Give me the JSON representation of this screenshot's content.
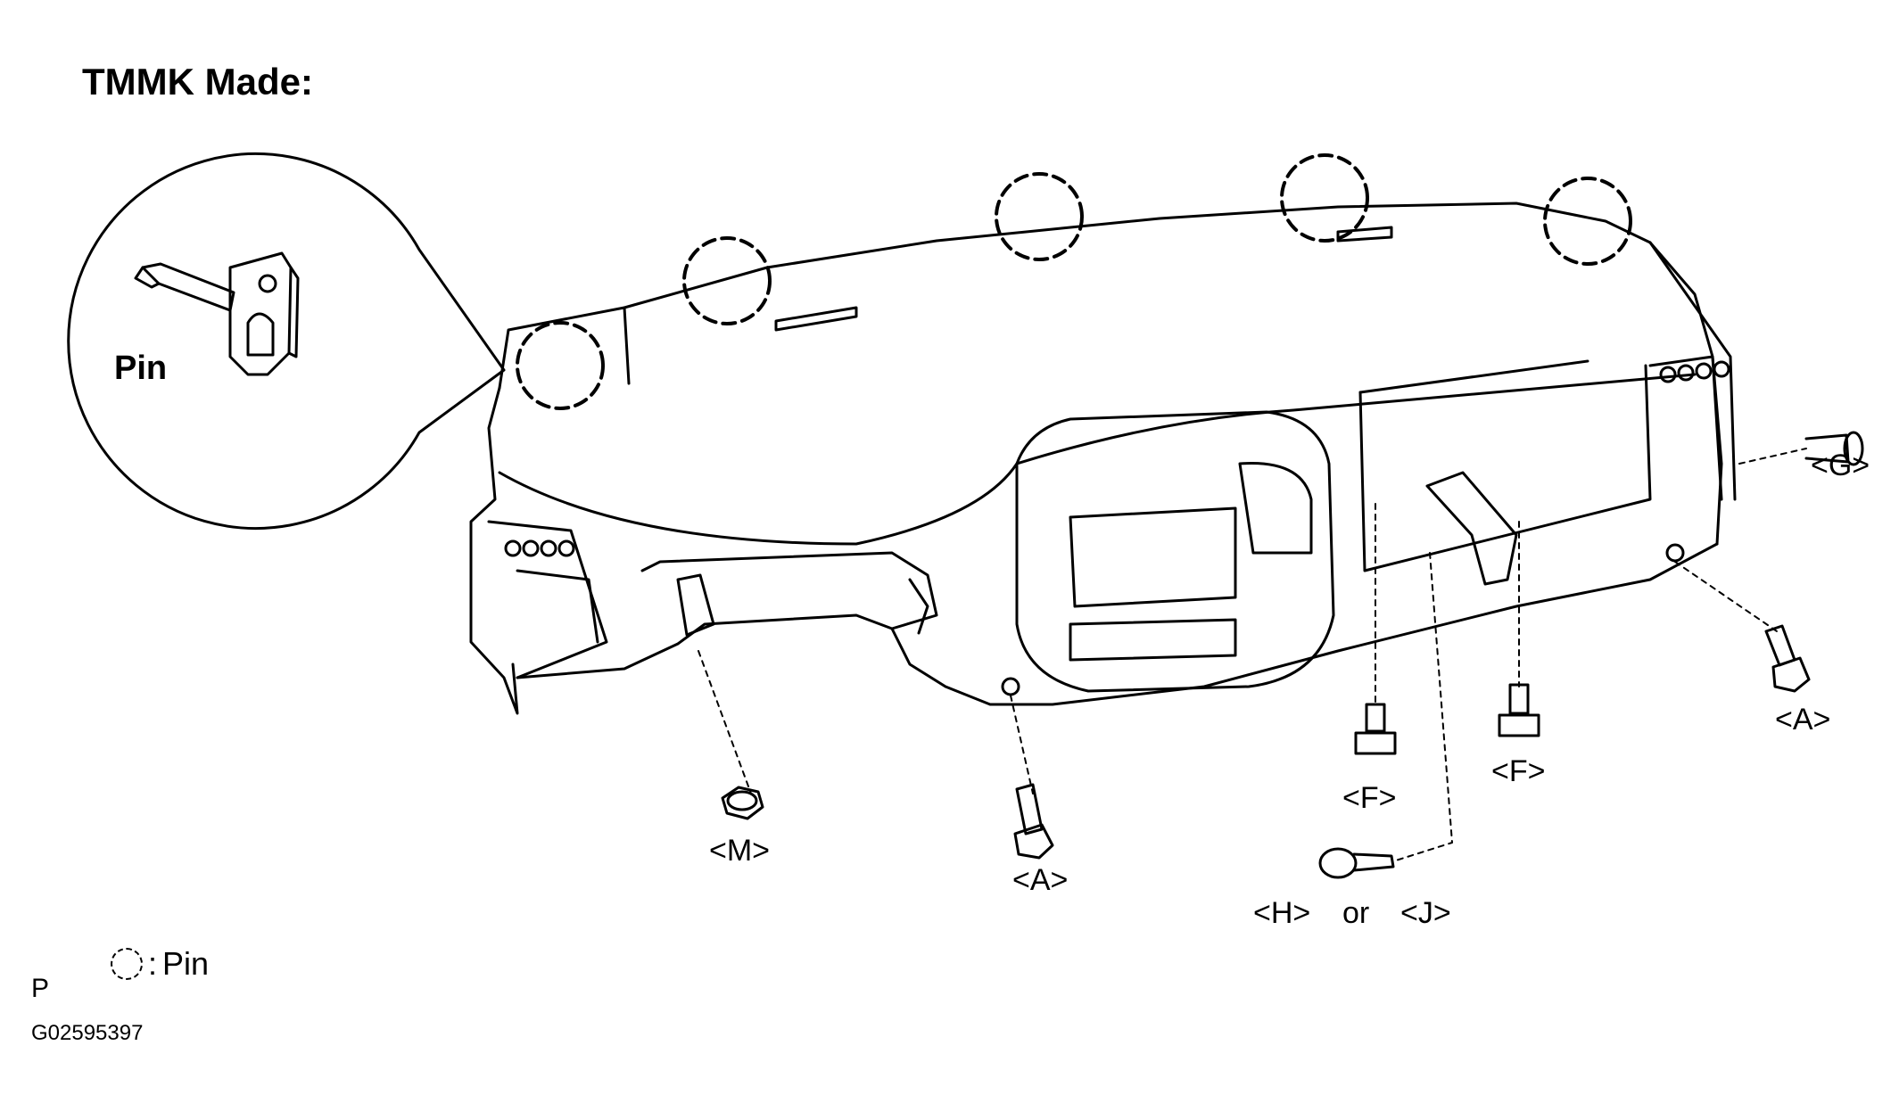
{
  "heading": "TMMK Made:",
  "callout": {
    "label": "Pin"
  },
  "fasteners": {
    "g": "<G>",
    "a_right": "<A>",
    "f_left": "<F>",
    "f_right": "<F>",
    "h": "<H>",
    "or": "or",
    "j": "<J>",
    "a_center": "<A>",
    "m": "<M>"
  },
  "legend": {
    "separator": ":",
    "label": "Pin"
  },
  "page_mark": "P",
  "figure_id": "G02595397"
}
